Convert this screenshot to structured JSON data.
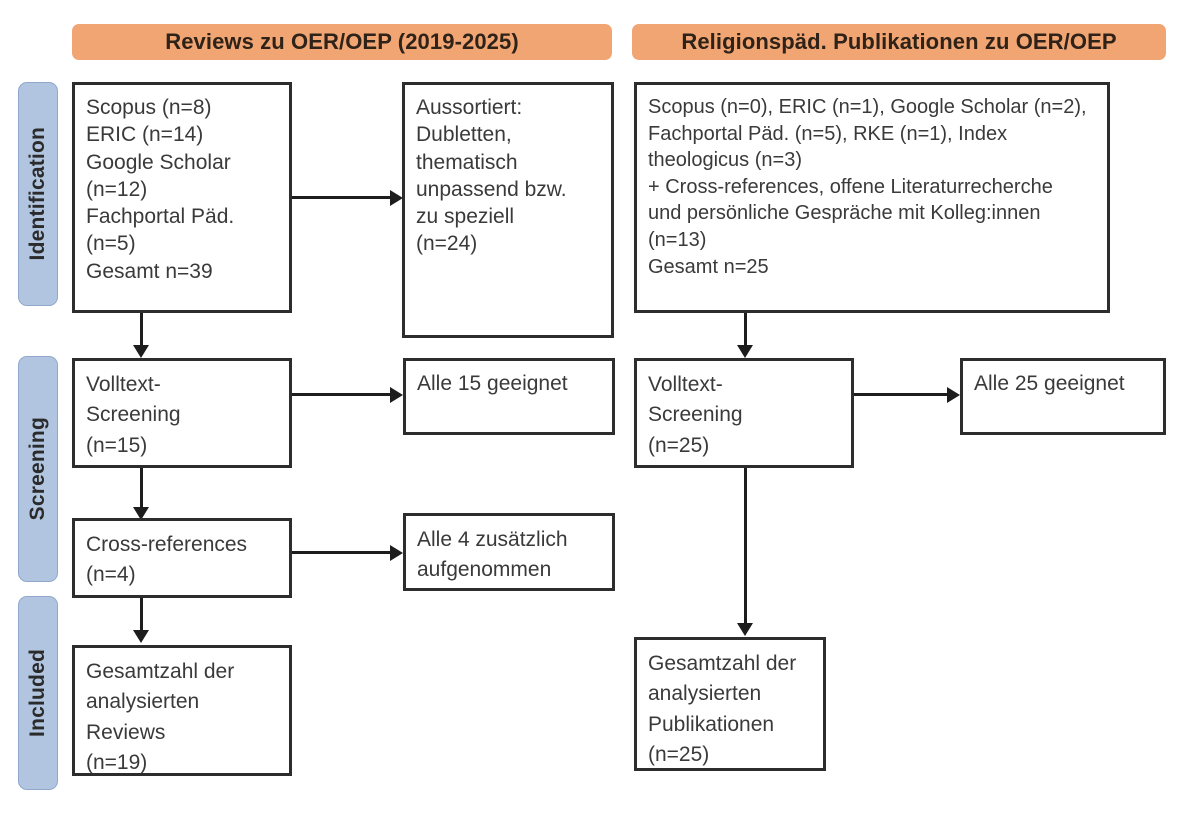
{
  "figure": {
    "type": "prisma-flow-diagram",
    "language": "de"
  },
  "colors": {
    "banner_orange": "#F0A573",
    "stage_blue": "#B1C5E0",
    "box_border": "#2D2D2D",
    "connector": "#1D1D1D",
    "text": "#3A3A3A"
  },
  "stages": [
    {
      "label": "Identification"
    },
    {
      "label": "Screening"
    },
    {
      "label": "Included"
    }
  ],
  "columns": [
    {
      "banner": "Reviews zu OER/OEP (2019-2025)"
    },
    {
      "banner": "Religionspäd. Publikationen zu OER/OEP"
    }
  ],
  "left_column": {
    "identification_box": "Scopus (n=8)\nERIC (n=14)\nGoogle Scholar\n(n=12)\nFachportal Päd.\n(n=5)\nGesamt n=39",
    "excluded_box": "Aussortiert:\nDubletten,\nthematisch\nunpassend bzw.\nzu speziell\n(n=24)",
    "screening_box": "Volltext-\nScreening\n(n=15)",
    "screening_result_box": "Alle 15 geeignet",
    "crossref_box": "Cross-references\n(n=4)",
    "crossref_result_box": "Alle 4 zusätzlich\naufgenommen",
    "included_box": "Gesamtzahl der\nanalysierten\nReviews\n(n=19)"
  },
  "right_column": {
    "identification_box": "Scopus (n=0), ERIC (n=1), Google Scholar (n=2),\nFachportal Päd. (n=5), RKE (n=1), Index\ntheologicus (n=3)\n+ Cross-references, offene Literaturrecherche\nund persönliche Gespräche mit Kolleg:innen\n(n=13)\nGesamt n=25",
    "screening_box": "Volltext-\nScreening\n(n=25)",
    "screening_result_box": "Alle 25 geeignet",
    "included_box": "Gesamtzahl der\nanalysierten\nPublikationen\n(n=25)"
  },
  "counts": {
    "left_scopus": 8,
    "left_eric": 14,
    "left_google_scholar": 12,
    "left_fachportal": 5,
    "left_total": 39,
    "left_excluded": 24,
    "left_screening": 15,
    "left_screening_suitable": 15,
    "left_crossrefs": 4,
    "left_crossrefs_added": 4,
    "left_included": 19,
    "right_scopus": 0,
    "right_eric": 1,
    "right_google_scholar": 2,
    "right_fachportal": 5,
    "right_rke": 1,
    "right_index_theologicus": 3,
    "right_other_sources": 13,
    "right_total": 25,
    "right_screening": 25,
    "right_screening_suitable": 25,
    "right_included": 25
  }
}
